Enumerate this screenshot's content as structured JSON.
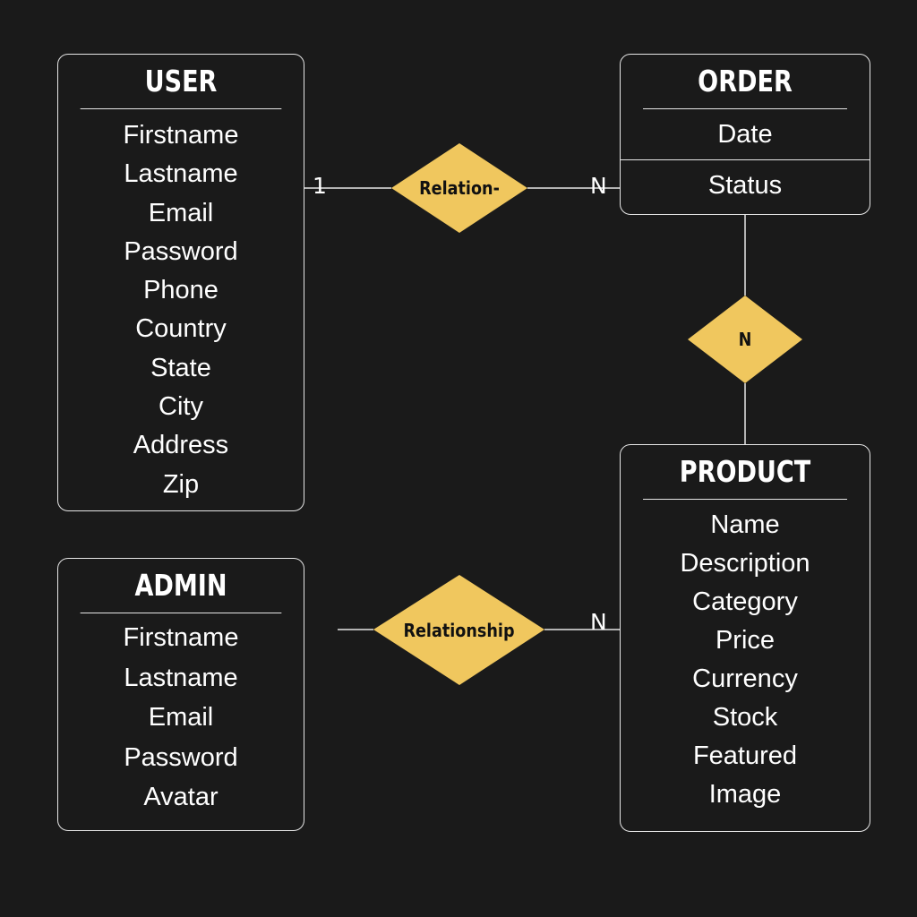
{
  "colors": {
    "background": "#1a1a1a",
    "relationship_fill": "#f0c75e",
    "line": "#e6e6e6",
    "text": "#ffffff"
  },
  "entities": {
    "user": {
      "title": "USER",
      "attributes": [
        "Firstname",
        "Lastname",
        "Email",
        "Password",
        "Phone",
        "Country",
        "State",
        "City",
        "Address",
        "Zip"
      ]
    },
    "order": {
      "title": "ORDER",
      "attributes": [
        "Date",
        "Status"
      ]
    },
    "admin": {
      "title": "ADMIN",
      "attributes": [
        "Firstname",
        "Lastname",
        "Email",
        "Password",
        "Avatar"
      ]
    },
    "product": {
      "title": "PRODUCT",
      "attributes": [
        "Name",
        "Description",
        "Category",
        "Price",
        "Currency",
        "Stock",
        "Featured",
        "Image"
      ]
    }
  },
  "relationships": {
    "user_order": {
      "label": "Relation-",
      "card_left": "1",
      "card_right": "N"
    },
    "order_product": {
      "label": "N"
    },
    "admin_product": {
      "label": "Relationship",
      "card_right": "N"
    }
  }
}
